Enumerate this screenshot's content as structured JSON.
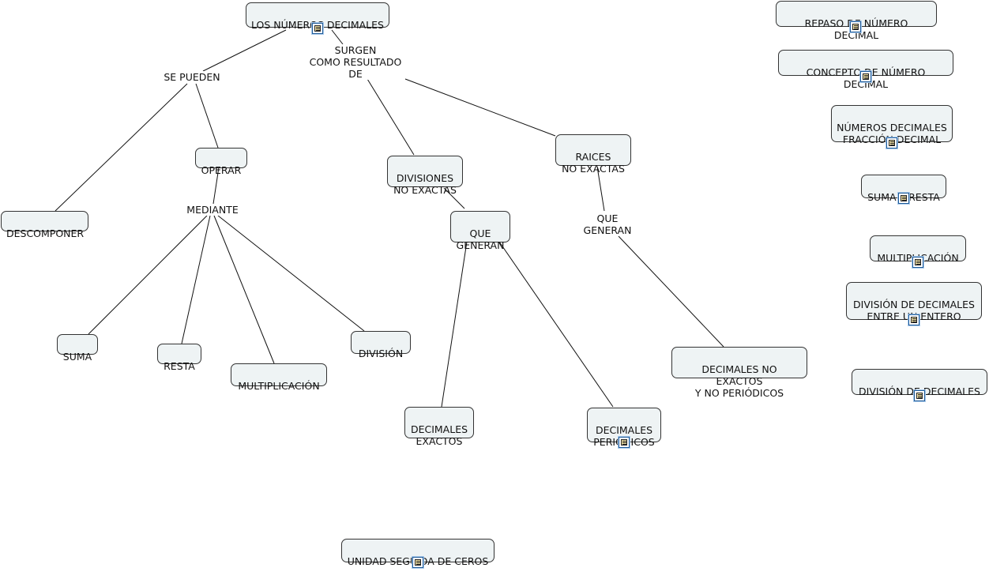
{
  "nodes": {
    "root": "LOS NÚMEROS DECIMALES",
    "descomponer": "DESCOMPONER",
    "operar": "OPERAR",
    "suma": "SUMA",
    "resta": "RESTA",
    "multiplicacion": "MULTIPLICACIÓN",
    "division": "DIVISIÓN",
    "divisiones_no_exactas": "DIVISIONES\nNO EXACTAS",
    "que_generan_box": "QUE\nGENERAN",
    "decimales_exactos": "DECIMALES\nEXACTOS",
    "decimales_periodicos": "DECIMALES\nPERIÓDICOS",
    "raices_no_exactas": "RAICES\nNO EXACTAS",
    "decimales_no_exactos": "DECIMALES NO EXACTOS\nY NO PERIÓDICOS",
    "unidad_ceros": "UNIDAD SEGUIDA DE CEROS"
  },
  "link_labels": {
    "se_pueden": "SE PUEDEN",
    "surgen": "SURGEN\nCOMO RESULTADO\nDE",
    "mediante": "MEDIANTE",
    "que_generan": "QUE\nGENERAN"
  },
  "resources": {
    "repaso": "REPASO DE NÚMERO DECIMAL",
    "concepto": "CONCEPTO DE NÚMERO DECIMAL",
    "fraccion": "NÚMEROS DECIMALES\nFRACCIÓN DECIMAL",
    "suma_resta": "SUMA Y RESTA",
    "multiplicacion": "MULTIPLICACIÓN",
    "division_entero": "DIVISIÓN DE DECIMALES\nENTRE UN ENTERO",
    "division_decimales": "DIVISIÓN DE DECIMALES"
  }
}
